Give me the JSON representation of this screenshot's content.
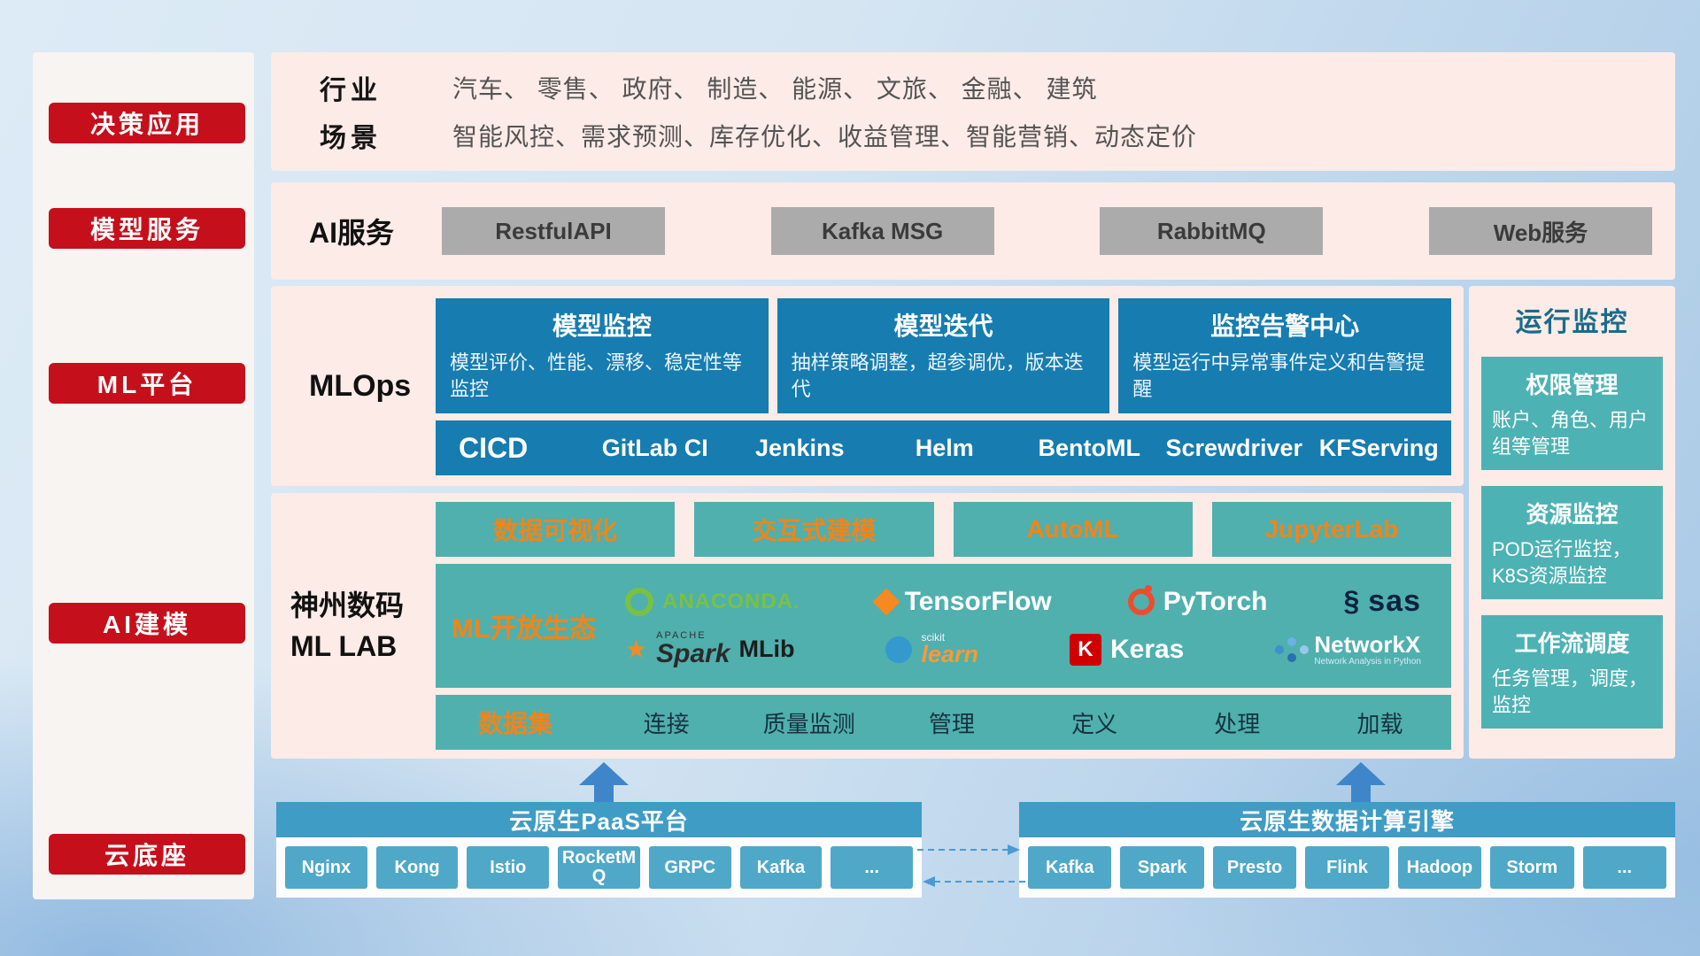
{
  "sidebar": {
    "items": [
      {
        "label": "决策应用"
      },
      {
        "label": "模型服务"
      },
      {
        "label": "ML平台"
      },
      {
        "label": "AI建模"
      },
      {
        "label": "云底座"
      }
    ]
  },
  "industry": {
    "row1_label": "行业",
    "row1_text": "汽车、 零售、 政府、 制造、 能源、 文旅、 金融、 建筑",
    "row2_label": "场景",
    "row2_text": "智能风控、需求预测、库存优化、收益管理、智能营销、动态定价"
  },
  "ai_service": {
    "label": "AI服务",
    "buttons": [
      {
        "label": "RestfulAPI"
      },
      {
        "label": "Kafka MSG"
      },
      {
        "label": "RabbitMQ"
      },
      {
        "label": "Web服务"
      }
    ]
  },
  "mlops": {
    "label": "MLOps",
    "cards": [
      {
        "title": "模型监控",
        "desc": "模型评价、性能、漂移、稳定性等监控"
      },
      {
        "title": "模型迭代",
        "desc": "抽样策略调整，超参调优，版本迭代"
      },
      {
        "title": "监控告警中心",
        "desc": "模型运行中异常事件定义和告警提醒"
      }
    ],
    "cicd_label": "CICD",
    "cicd_items": [
      {
        "label": "GitLab CI"
      },
      {
        "label": "Jenkins"
      },
      {
        "label": "Helm"
      },
      {
        "label": "BentoML"
      },
      {
        "label": "Screwdriver"
      },
      {
        "label": "KFServing"
      }
    ]
  },
  "mllab": {
    "label_line1": "神州数码",
    "label_line2": "ML LAB",
    "top_buttons": [
      {
        "label": "数据可视化"
      },
      {
        "label": "交互式建模"
      },
      {
        "label": "AutoML"
      },
      {
        "label": "JupyterLab"
      }
    ],
    "eco_label": "ML开放生态",
    "logos": {
      "anaconda": {
        "text": "ANACONDA."
      },
      "tensorflow": {
        "text": "TensorFlow"
      },
      "pytorch": {
        "text": "PyTorch"
      },
      "sas": {
        "swirl": "§",
        "text": "sas"
      },
      "spark": {
        "star": "★",
        "super": "APACHE",
        "text": "Spark"
      },
      "mlib": {
        "text": "MLib"
      },
      "sklearn": {
        "super": "scikit",
        "text": "learn"
      },
      "keras": {
        "icon_letter": "K",
        "text": "Keras"
      },
      "networkx": {
        "text": "NetworkX",
        "sub": "Network Analysis in Python"
      }
    },
    "dataset_label": "数据集",
    "dataset_items": [
      {
        "label": "连接"
      },
      {
        "label": "质量监测"
      },
      {
        "label": "管理"
      },
      {
        "label": "定义"
      },
      {
        "label": "处理"
      },
      {
        "label": "加载"
      }
    ]
  },
  "monitor": {
    "title": "运行监控",
    "cards": [
      {
        "title": "权限管理",
        "desc": "账户、角色、用户组等管理"
      },
      {
        "title": "资源监控",
        "desc": "POD运行监控，K8S资源监控"
      },
      {
        "title": "工作流调度",
        "desc": "任务管理，调度，监控"
      }
    ]
  },
  "bottom": {
    "paas": {
      "title": "云原生PaaS平台",
      "items": [
        {
          "label": "Nginx"
        },
        {
          "label": "Kong"
        },
        {
          "label": "Istio"
        },
        {
          "label": "RocketMQ"
        },
        {
          "label": "GRPC"
        },
        {
          "label": "Kafka"
        },
        {
          "label": "..."
        }
      ]
    },
    "engine": {
      "title": "云原生数据计算引擎",
      "items": [
        {
          "label": "Kafka"
        },
        {
          "label": "Spark"
        },
        {
          "label": "Presto"
        },
        {
          "label": "Flink"
        },
        {
          "label": "Hadoop"
        },
        {
          "label": "Storm"
        },
        {
          "label": "..."
        }
      ]
    }
  },
  "colors": {
    "accent_red": "#c5101c",
    "band_pink": "#fcebe6",
    "card_blue": "#177cb0",
    "teal": "#4fb0ae",
    "orange": "#f08519",
    "bottom_blue": "#3f9cc5"
  }
}
